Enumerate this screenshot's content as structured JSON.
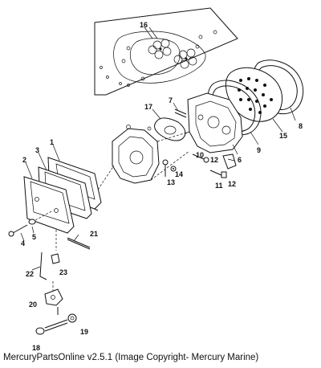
{
  "caption": "MercuryPartsOnline v2.5.1 (Image Copyright- Mercury Marine)",
  "callouts": {
    "c1": "1",
    "c2": "2",
    "c3": "3",
    "c4": "4",
    "c5": "5",
    "c6": "6",
    "c7": "7",
    "c8": "8",
    "c9": "9",
    "c10": "10",
    "c11": "11",
    "c12a": "12",
    "c12b": "12",
    "c13": "13",
    "c14": "14",
    "c15": "15",
    "c16": "16",
    "c17": "17",
    "c18": "18",
    "c19": "19",
    "c20": "20",
    "c21": "21",
    "c22": "22",
    "c23": "23"
  }
}
